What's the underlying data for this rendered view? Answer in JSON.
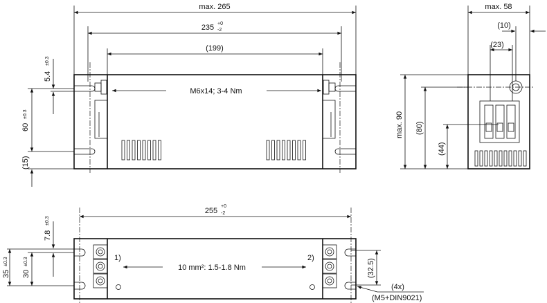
{
  "top_view": {
    "overall_length": "max. 265",
    "mount_spacing": "235",
    "mount_spacing_tol_upper": "+0",
    "mount_spacing_tol_lower": "-2",
    "body_length": "(199)",
    "screw_note": "M6x14; 3-4 Nm",
    "slot_offset": "5.4",
    "slot_offset_tol": "±0.3",
    "slot_spacing": "60",
    "slot_spacing_tol": "±0.3",
    "bottom_offset": "(15)"
  },
  "side_view": {
    "overall_width": "max. 58",
    "bolt_offset": "(10)",
    "terminal_width": "(23)",
    "overall_height": "max. 90",
    "bolt_height": "(80)",
    "terminal_height": "(44)"
  },
  "bottom_view": {
    "mount_spacing": "255",
    "mount_spacing_tol_upper": "+0",
    "mount_spacing_tol_lower": "-2",
    "slot_offset": "7.8",
    "slot_offset_tol": "±0.3",
    "outer_spacing": "35",
    "outer_spacing_tol": "±0.3",
    "inner_spacing": "30",
    "inner_spacing_tol": "±0.3",
    "terminal_note": "10 mm²: 1.5-1.8 Nm",
    "label_1": "1)",
    "label_2": "2)",
    "hole_spacing": "(32.5)",
    "hole_count": "(4x)",
    "hole_spec": "(M5+DIN9021)"
  }
}
